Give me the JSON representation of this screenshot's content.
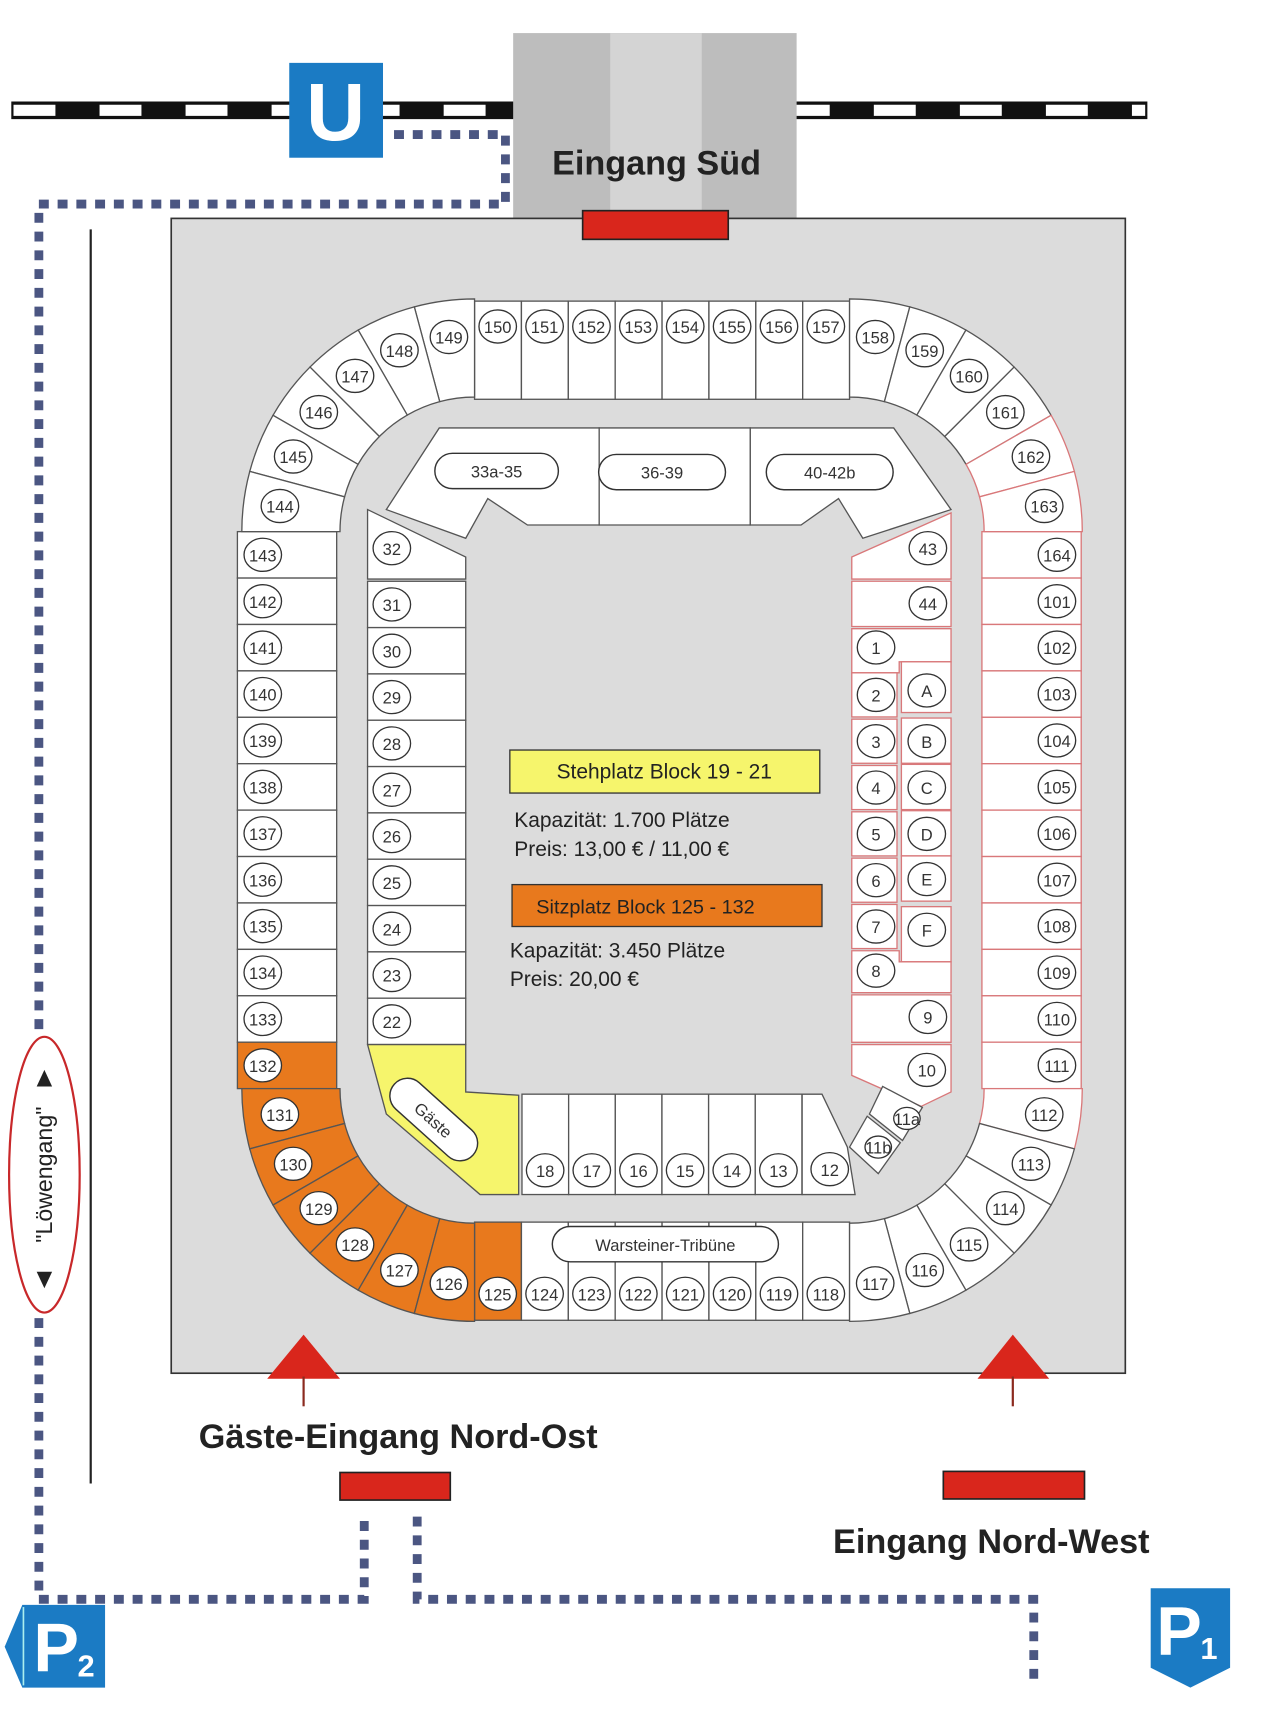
{
  "labels": {
    "entrance_south": "Eingang Süd",
    "guest_entrance": "Gäste-Eingang Nord-Ost",
    "entrance_northwest": "Eingang Nord-West",
    "loewengang": "\"Löwengang\"",
    "subway": "U",
    "parking1": {
      "letter": "P",
      "num": "1"
    },
    "parking2": {
      "letter": "P",
      "num": "2"
    },
    "tribune": "Warsteiner-Tribüne",
    "guests": "Gäste"
  },
  "info": {
    "standing": {
      "title": "Stehplatz Block 19 - 21",
      "capacity": "Kapazität: 1.700 Plätze",
      "price": "Preis: 13,00 € / 11,00 €"
    },
    "seating": {
      "title": "Sitzplatz Block 125 - 132",
      "capacity": "Kapazität: 3.450 Plätze",
      "price": "Preis: 20,00 €"
    }
  },
  "blocks": {
    "top": [
      "150",
      "151",
      "152",
      "153",
      "154",
      "155",
      "156",
      "157"
    ],
    "top_left_corner": [
      "149",
      "148",
      "147",
      "146",
      "145",
      "144"
    ],
    "top_right_corner": [
      "158",
      "159",
      "160",
      "161",
      "162",
      "163"
    ],
    "left": [
      "143",
      "142",
      "141",
      "140",
      "139",
      "138",
      "137",
      "136",
      "135",
      "134",
      "133",
      "132"
    ],
    "right": [
      "164",
      "101",
      "102",
      "103",
      "104",
      "105",
      "106",
      "107",
      "108",
      "109",
      "110",
      "111"
    ],
    "bottom_left_corner": [
      "131",
      "130",
      "129",
      "128",
      "127",
      "126"
    ],
    "bottom_right_corner": [
      "112",
      "113",
      "114",
      "115",
      "116",
      "117"
    ],
    "bottom": [
      "125",
      "124",
      "123",
      "122",
      "121",
      "120",
      "119",
      "118"
    ],
    "inner_top": [
      "33a-35",
      "36-39",
      "40-42b"
    ],
    "inner_left": [
      "32",
      "31",
      "30",
      "29",
      "28",
      "27",
      "26",
      "25",
      "24",
      "23",
      "22"
    ],
    "inner_bottom": [
      "18",
      "17",
      "16",
      "15",
      "14",
      "13"
    ],
    "inner_right_top": [
      "43",
      "44",
      "1"
    ],
    "inner_right_left": [
      "2",
      "3",
      "4",
      "5",
      "6",
      "7"
    ],
    "inner_right_letters": [
      "A",
      "B",
      "C",
      "D",
      "E",
      "F"
    ],
    "inner_right_bottom": [
      "8",
      "9",
      "10"
    ],
    "inner_corner": [
      "11a",
      "11b",
      "12"
    ]
  },
  "colors": {
    "orange": "#e8791d",
    "yellow": "#f6f56c",
    "red": "#d9261c",
    "blue": "#1b7bc4",
    "path": "#4b5682",
    "ground": "#dcdcdc"
  }
}
